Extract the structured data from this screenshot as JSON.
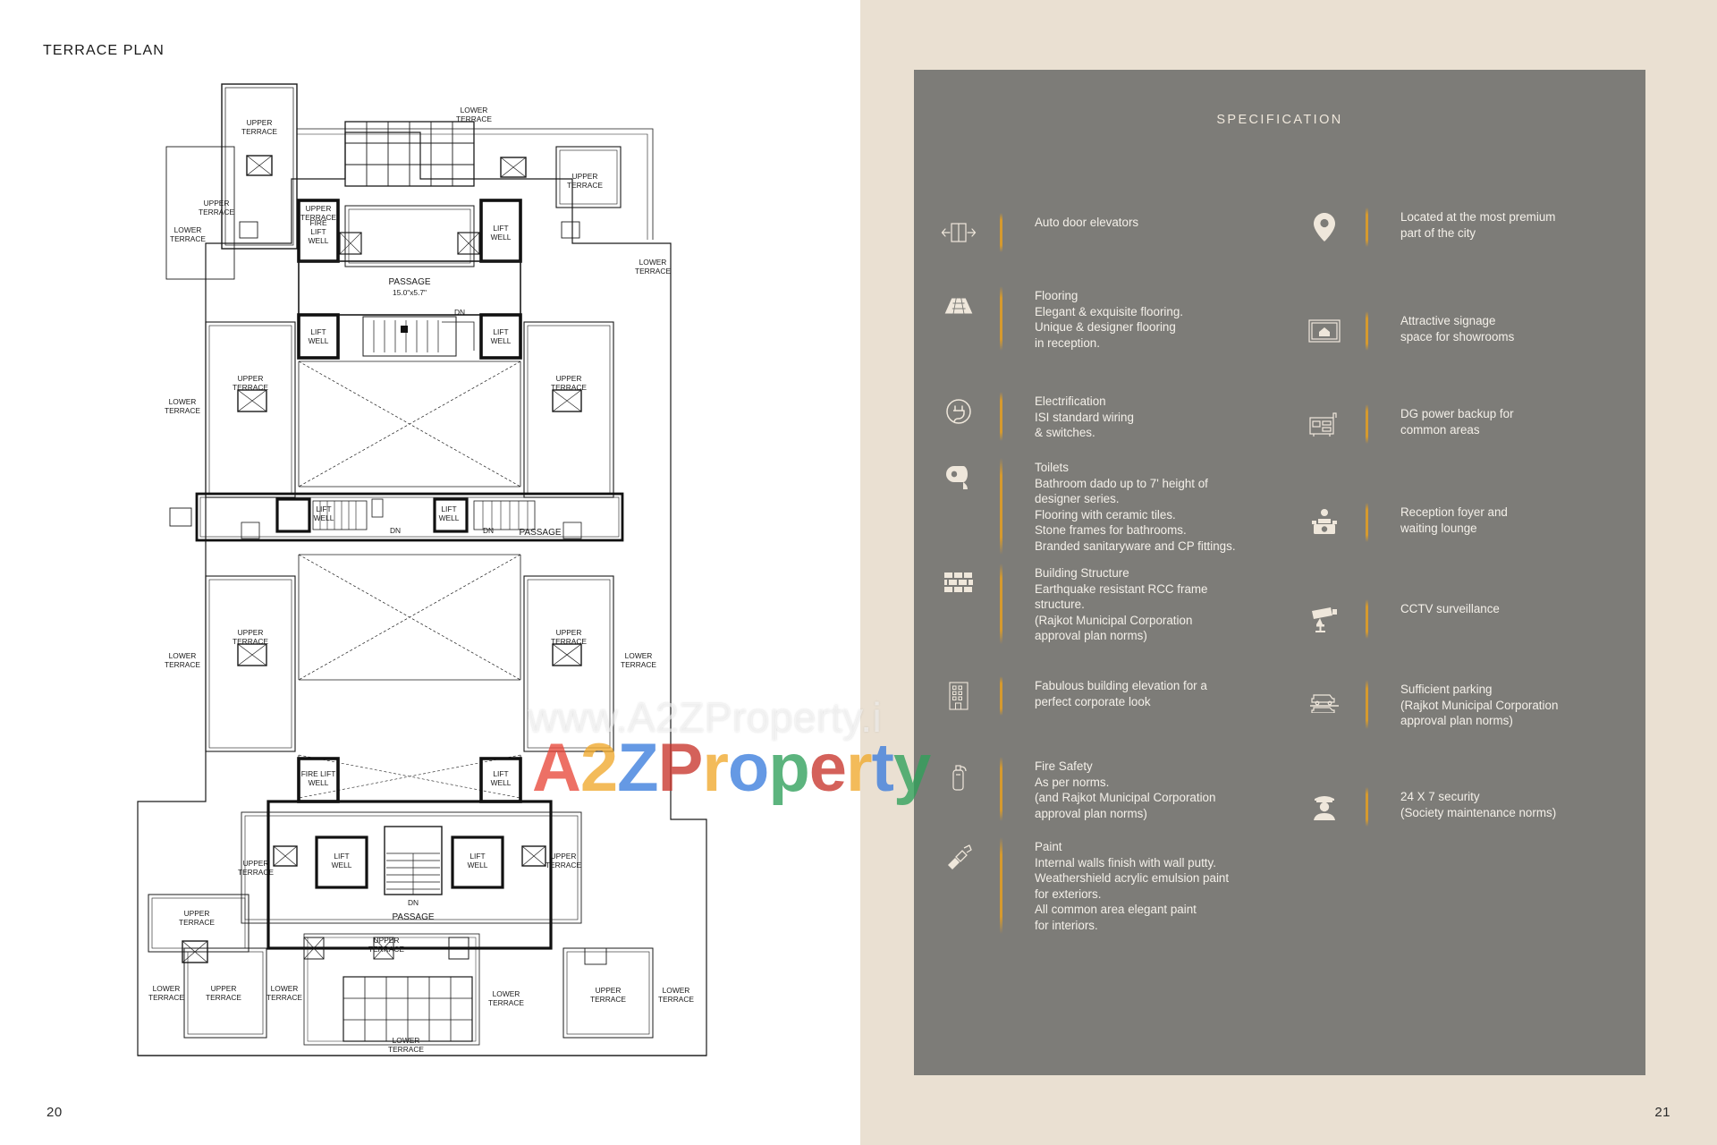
{
  "spread": {
    "left_page_number": "20",
    "right_page_number": "21"
  },
  "left_page": {
    "title": "TERRACE PLAN",
    "plan": {
      "labels": {
        "upper_terrace": "UPPER\nTERRACE",
        "lower_terrace": "LOWER\nTERRACE",
        "lift_well": "LIFT\nWELL",
        "fire_lift_well": "FIRE LIFT\nWELL",
        "passage": "PASSAGE",
        "passage_dim": "15.0\"x5.7\"",
        "down": "DN"
      }
    }
  },
  "right_page": {
    "panel_title": "SPECIFICATION",
    "accent_color": "#d69a2e",
    "panel_color": "#7d7c78",
    "text_color": "#f4f0e9",
    "left_column": [
      {
        "icon": "auto-door-elevator-icon",
        "heading": "",
        "lines": [
          "Auto door elevators"
        ]
      },
      {
        "icon": "flooring-tiles-icon",
        "heading": "Flooring",
        "lines": [
          "Elegant & exquisite flooring.",
          "Unique & designer flooring",
          "in reception."
        ]
      },
      {
        "icon": "electric-plug-icon",
        "heading": "Electrification",
        "lines": [
          "ISI standard wiring",
          "& switches."
        ]
      },
      {
        "icon": "toilet-paper-icon",
        "heading": "Toilets",
        "lines": [
          "Bathroom dado up to 7' height of",
          "designer series.",
          "Flooring with ceramic tiles.",
          "Stone frames for bathrooms.",
          "Branded sanitaryware and CP fittings."
        ]
      },
      {
        "icon": "brick-wall-icon",
        "heading": "Building Structure",
        "lines": [
          "Earthquake resistant RCC frame",
          "structure.",
          "(Rajkot Municipal Corporation",
          "approval  plan norms)"
        ]
      },
      {
        "icon": "building-elevation-icon",
        "heading": "",
        "lines": [
          "Fabulous building elevation for a",
          "perfect corporate look"
        ]
      },
      {
        "icon": "fire-extinguisher-icon",
        "heading": "Fire Safety",
        "lines": [
          "As per norms.",
          "(and Rajkot Municipal Corporation",
          "approval  plan norms)"
        ]
      },
      {
        "icon": "paint-spray-icon",
        "heading": "Paint",
        "lines": [
          "Internal walls finish with wall putty.",
          "Weathershield acrylic emulsion paint",
          "for exteriors.",
          "All common area elegant paint",
          "for interiors."
        ]
      }
    ],
    "right_column": [
      {
        "icon": "location-pin-icon",
        "heading": "",
        "lines": [
          "Located at the most premium",
          "part of the city"
        ]
      },
      {
        "icon": "signage-frame-icon",
        "heading": "",
        "lines": [
          "Attractive signage",
          "space for showrooms"
        ]
      },
      {
        "icon": "dg-generator-icon",
        "heading": "",
        "lines": [
          "DG power backup for",
          "common areas"
        ]
      },
      {
        "icon": "reception-desk-icon",
        "heading": "",
        "lines": [
          "Reception foyer and",
          "waiting lounge"
        ]
      },
      {
        "icon": "cctv-camera-icon",
        "heading": "",
        "lines": [
          "CCTV surveillance"
        ]
      },
      {
        "icon": "parking-cars-icon",
        "heading": "",
        "lines": [
          "Sufficient parking",
          "(Rajkot Municipal Corporation",
          "approval  plan norms)"
        ]
      },
      {
        "icon": "security-guard-icon",
        "heading": "",
        "lines": [
          "24 X 7 security",
          "(Society maintenance norms)"
        ]
      }
    ]
  },
  "watermark": {
    "url": "www.A2ZProperty.i",
    "logo_parts": [
      "A",
      "2",
      "Z",
      "P",
      "r",
      "o",
      "p",
      "e",
      "r",
      "t",
      "y"
    ]
  }
}
